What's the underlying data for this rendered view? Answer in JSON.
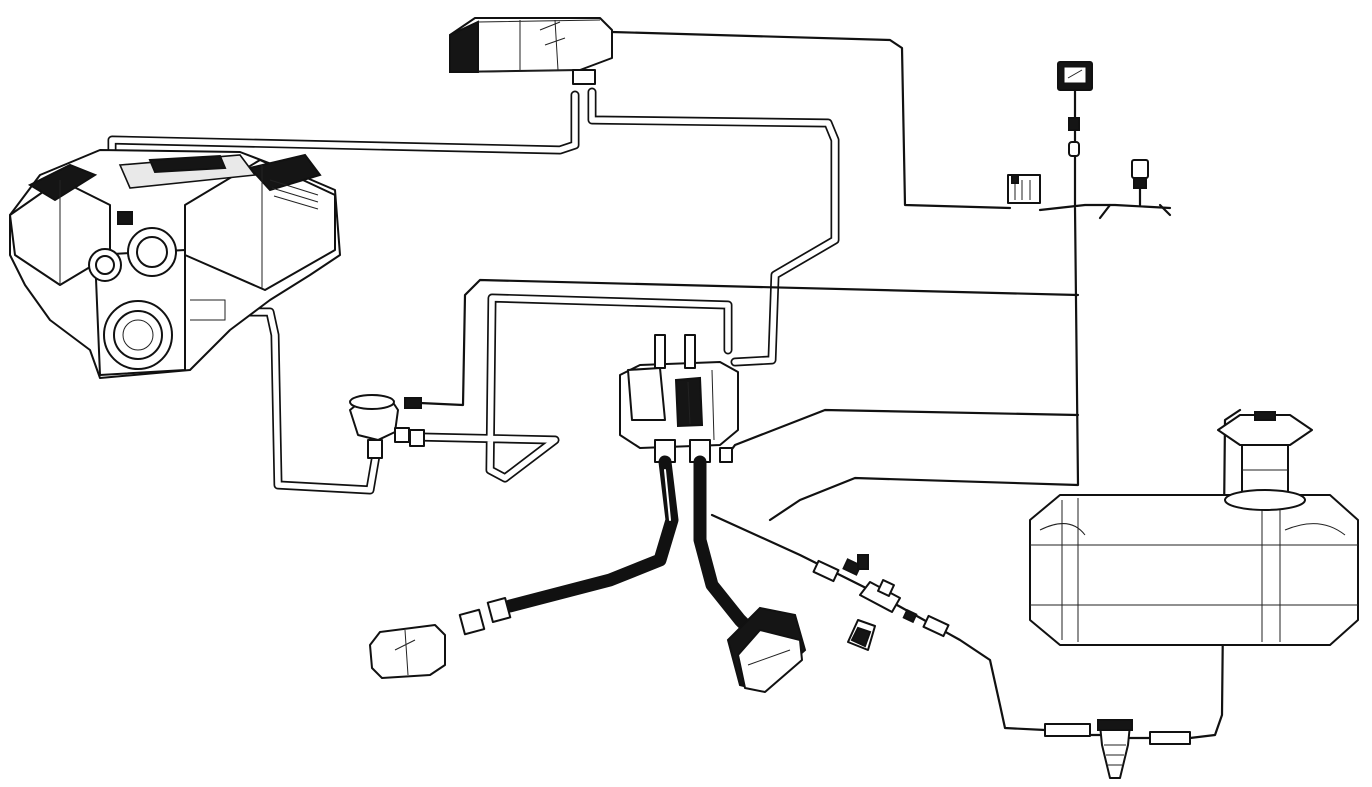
{
  "diagram": {
    "style": "black-and-white line drawing",
    "components": [
      {
        "id": "engine",
        "icon": "engine-icon"
      },
      {
        "id": "heater-unit",
        "icon": "heater-box-icon"
      },
      {
        "id": "control-switch",
        "icon": "switch-icon"
      },
      {
        "id": "vehicle-wiring-harness",
        "icon": "harness-icon"
      },
      {
        "id": "coolant-pump",
        "icon": "pump-icon"
      },
      {
        "id": "coolant-heater",
        "icon": "heater-core-icon"
      },
      {
        "id": "combustion-air-intake",
        "icon": "intake-icon"
      },
      {
        "id": "exhaust-silencer",
        "icon": "muffler-icon"
      },
      {
        "id": "dosing-pump",
        "icon": "dosing-pump-icon"
      },
      {
        "id": "mounting-bracket",
        "icon": "bracket-icon"
      },
      {
        "id": "fuel-filter",
        "icon": "fuel-filter-icon"
      },
      {
        "id": "fuel-tank",
        "icon": "fuel-tank-icon"
      },
      {
        "id": "fuel-sender",
        "icon": "fuel-sender-icon"
      }
    ]
  }
}
